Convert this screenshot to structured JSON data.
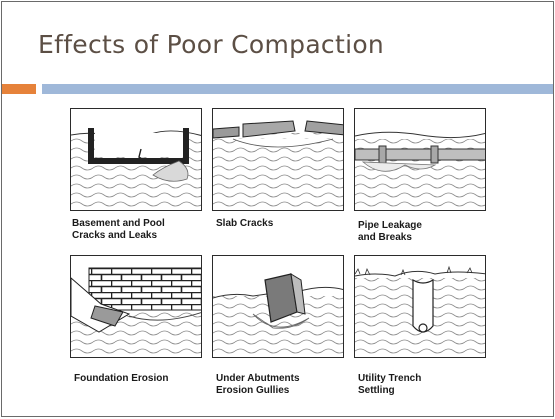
{
  "slide": {
    "title": "Effects of Poor Compaction",
    "colors": {
      "accent_orange": "#e6823a",
      "accent_blue": "#9fb8d9",
      "title": "#5c4f45"
    }
  },
  "figure": {
    "panels": [
      {
        "line1": "Basement and Pool",
        "line2": "Cracks and Leaks",
        "icon": "basement-pool-crack"
      },
      {
        "line1": "Slab Cracks",
        "line2": "",
        "icon": "slab-crack"
      },
      {
        "line1": "Pipe Leakage",
        "line2": "and Breaks",
        "icon": "pipe-leak"
      },
      {
        "line1": "Foundation Erosion",
        "line2": "",
        "icon": "foundation-erosion"
      },
      {
        "line1": "Under Abutments",
        "line2": "Erosion Gullies",
        "icon": "abutment-gully"
      },
      {
        "line1": "Utility Trench",
        "line2": "Settling",
        "icon": "utility-trench"
      }
    ]
  }
}
